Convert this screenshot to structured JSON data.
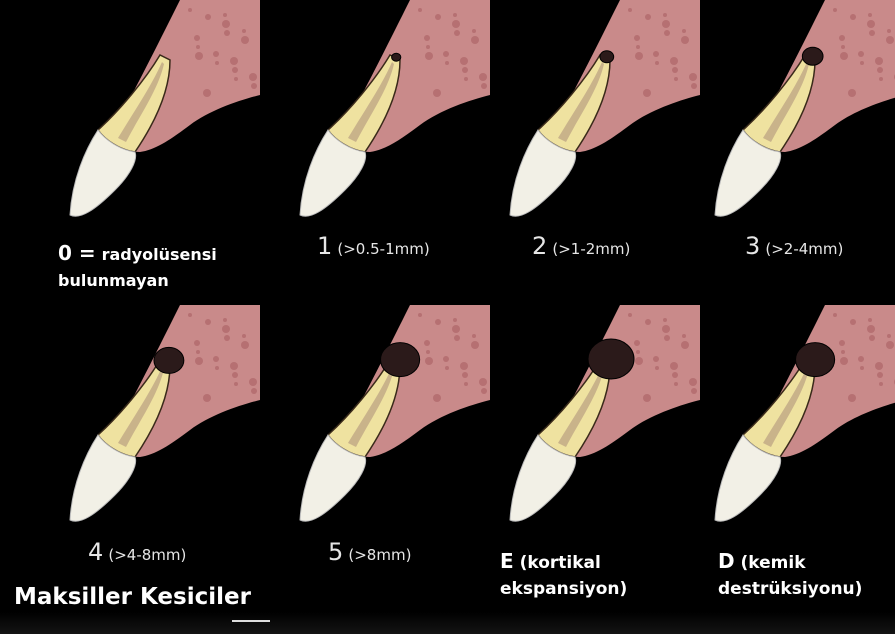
{
  "figure": {
    "title": "Maksiller Kesiciler",
    "colors": {
      "background": "#000000",
      "gum": "#c98a8a",
      "gum_dark": "#a65b5e",
      "root": "#efe2a0",
      "pulp": "#c9b38a",
      "crown": "#f2f0e6",
      "lesion": "#2b1a1a"
    }
  },
  "panels": [
    {
      "score": "0 =",
      "desc": "radyolüsensi",
      "desc2": "bulunmayan",
      "lesion": 0
    },
    {
      "score": "1",
      "desc": "(>0.5-1mm)",
      "lesion": 1
    },
    {
      "score": "2",
      "desc": "(>1-2mm)",
      "lesion": 2
    },
    {
      "score": "3",
      "desc": "(>2-4mm)",
      "lesion": 3
    },
    {
      "score": "4",
      "desc": "(>4-8mm)",
      "lesion": 4
    },
    {
      "score": "5",
      "desc": "(>8mm)",
      "lesion": 5
    },
    {
      "score": "E",
      "desc": "(kortikal",
      "desc2": "ekspansiyon)",
      "lesion": 6
    },
    {
      "score": "D",
      "desc": "(kemik",
      "desc2": "destrüksiyonu)",
      "lesion": 7
    }
  ]
}
